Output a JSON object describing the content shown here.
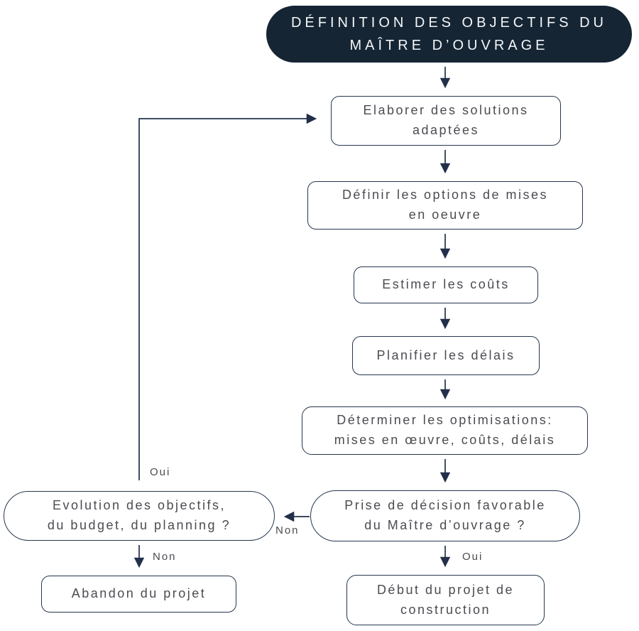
{
  "diagram": {
    "type": "flowchart",
    "nodes": {
      "start": {
        "text": "DÉFINITION DES OBJECTIFS DU\nMAÎTRE D’OUVRAGE"
      },
      "elaborer": {
        "text": "Elaborer des solutions\nadaptées"
      },
      "definir": {
        "text": "Définir les options de mises\nen oeuvre"
      },
      "estimer": {
        "text": "Estimer les coûts"
      },
      "planifier": {
        "text": "Planifier les délais"
      },
      "determiner": {
        "text": "Déterminer les optimisations:\nmises en œuvre, coûts, délais"
      },
      "decision": {
        "text": "Prise de décision favorable\ndu Maître d’ouvrage ?"
      },
      "evolution": {
        "text": "Evolution des objectifs,\ndu budget, du planning ?"
      },
      "abandon": {
        "text": "Abandon du projet"
      },
      "debut": {
        "text": "Début du projet de\nconstruction"
      }
    },
    "edge_labels": {
      "feedback_oui": "Oui",
      "decision_non": "Non",
      "evolution_non": "Non",
      "decision_oui": "Oui"
    },
    "colors": {
      "background": "#ffffff",
      "dark_pill_fill": "#152534",
      "pill_text": "#f4f6f8",
      "box_border": "#26374e",
      "box_text": "#4b4c51",
      "arrow_line": "#22304a"
    }
  }
}
